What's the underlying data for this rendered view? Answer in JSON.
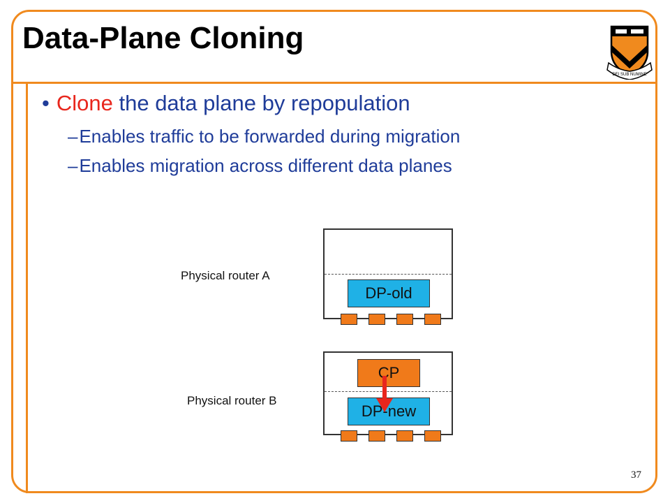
{
  "slide": {
    "title": "Data-Plane Cloning",
    "page_number": "37"
  },
  "bullets": {
    "main_highlight": "Clone",
    "main_rest": "the data plane by repopulation",
    "sub": [
      "Enables traffic to be forwarded during migration",
      "Enables migration across different data planes"
    ],
    "dash": "–",
    "dot": "•"
  },
  "diagram": {
    "router_a": {
      "label": "Physical router A",
      "dp_label": "DP-old"
    },
    "router_b": {
      "label": "Physical router B",
      "cp_label": "CP",
      "dp_label": "DP-new"
    }
  },
  "colors": {
    "accent": "#f08a1e",
    "text_blue": "#1f3c99",
    "highlight_red": "#e8261c",
    "dp_blue": "#1fb1e6",
    "cp_orange": "#f07a1a"
  },
  "icons": {
    "logo": "princeton-shield-icon",
    "arrow": "red-down-arrow"
  }
}
